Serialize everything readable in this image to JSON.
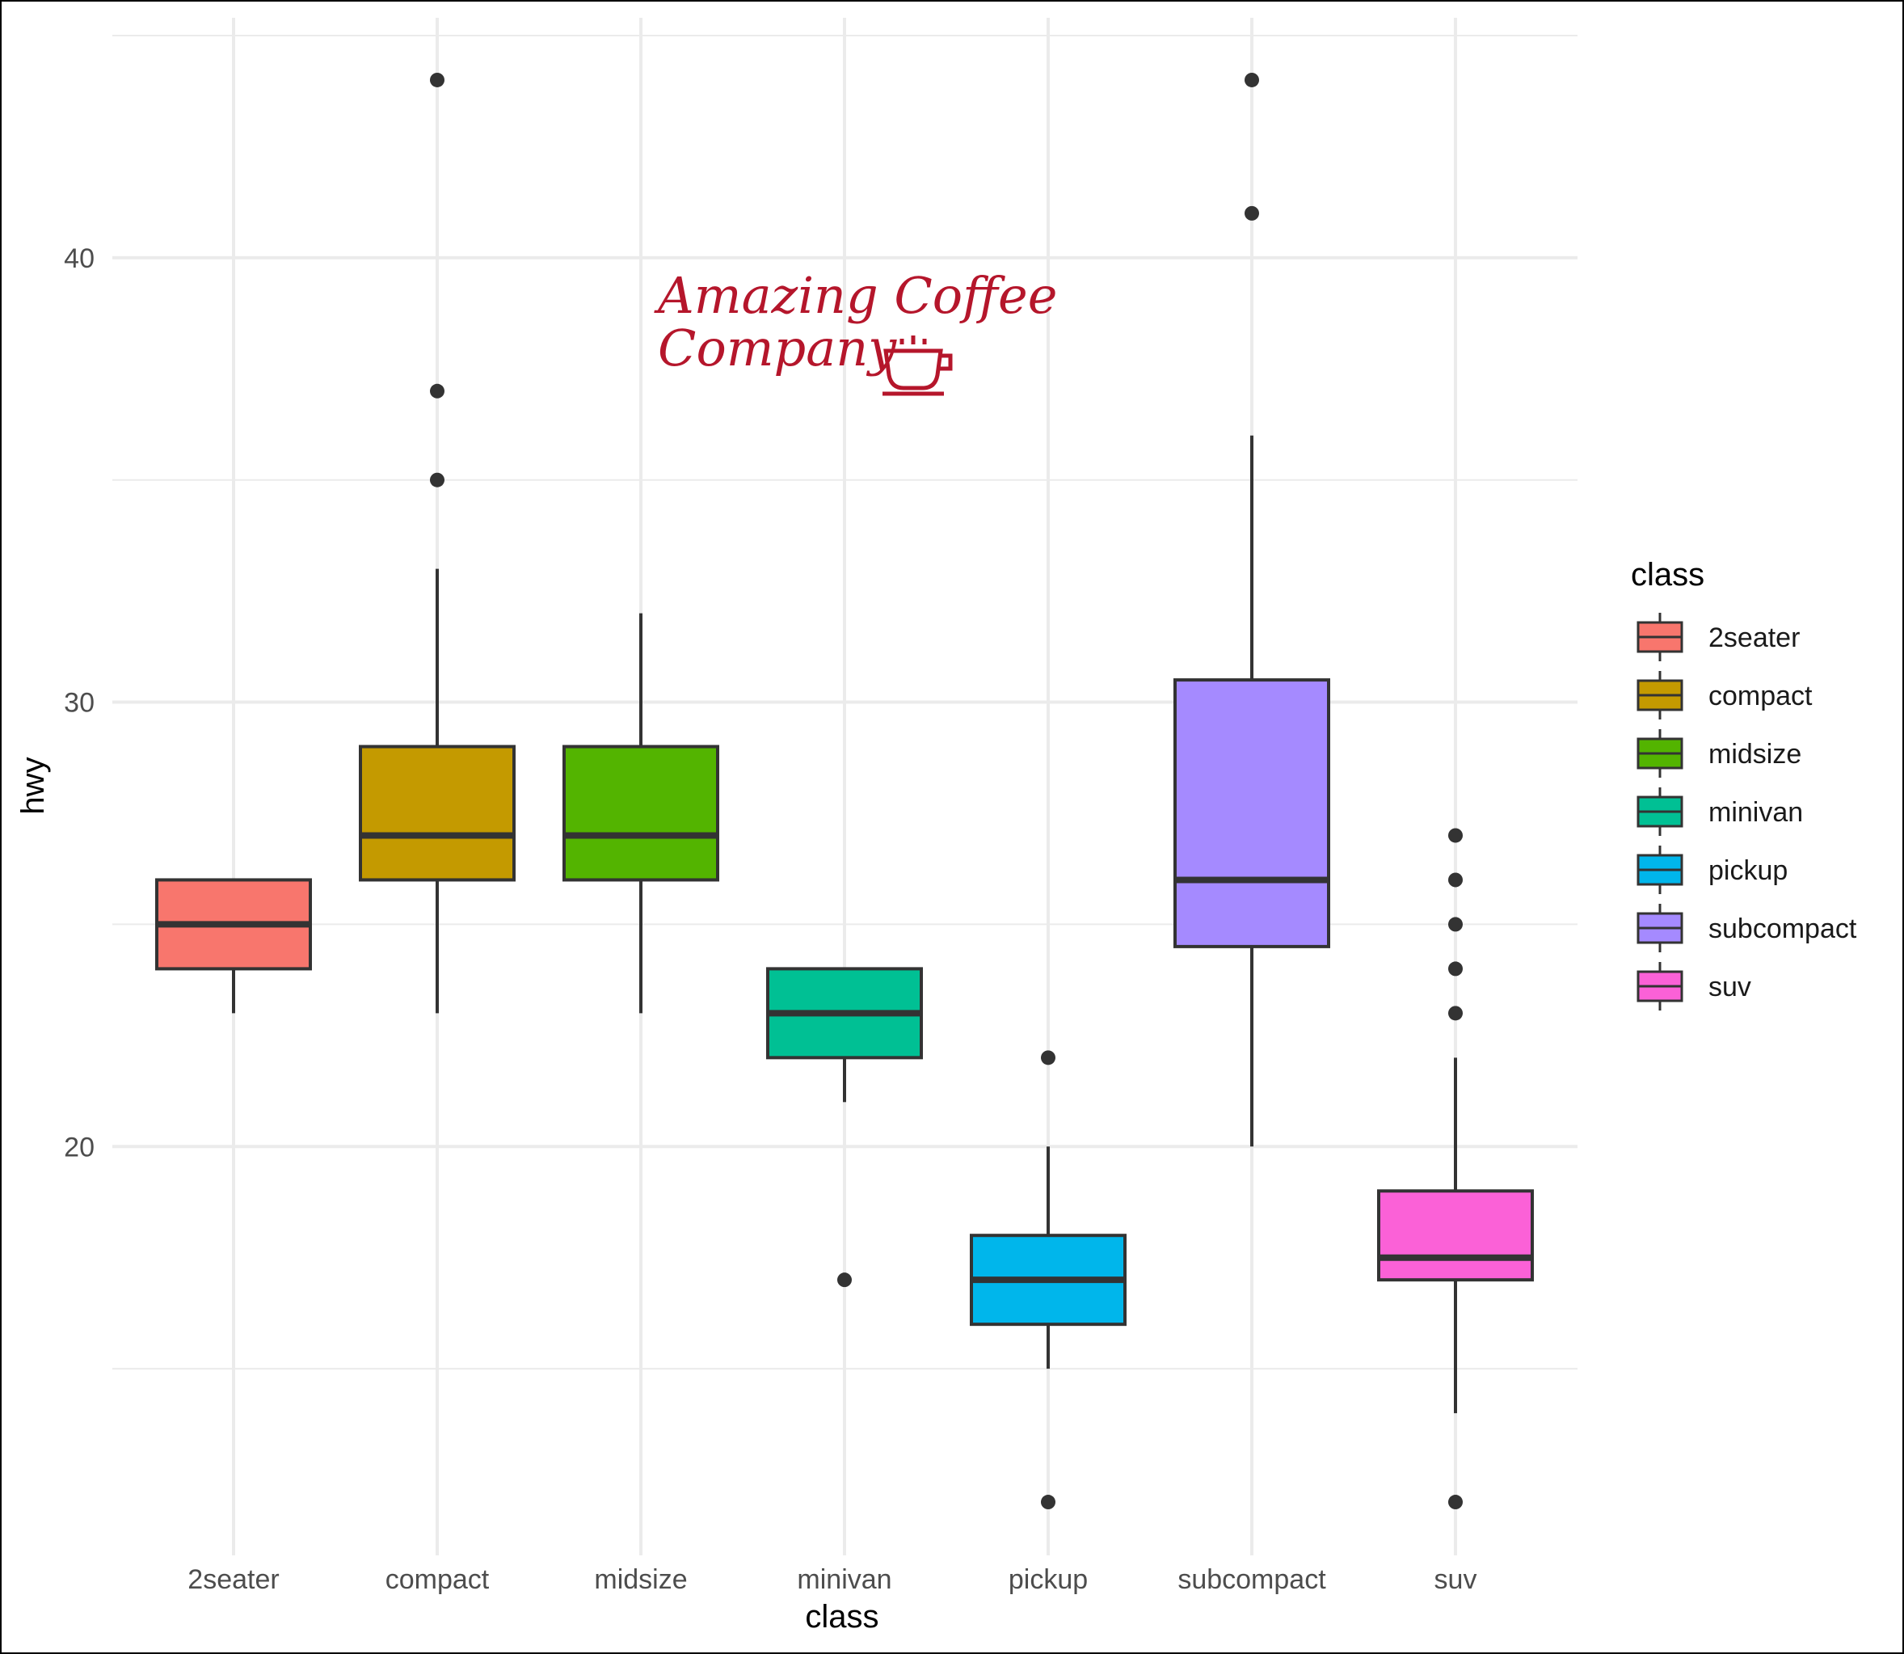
{
  "chart_data": {
    "type": "boxplot",
    "xlabel": "class",
    "ylabel": "hwy",
    "ylim": [
      10.8,
      45.4
    ],
    "yticks": [
      20,
      30,
      40
    ],
    "grid": true,
    "legend": {
      "title": "class",
      "position": "right"
    },
    "categories": [
      "2seater",
      "compact",
      "midsize",
      "minivan",
      "pickup",
      "subcompact",
      "suv"
    ],
    "series": [
      {
        "name": "2seater",
        "color": "#F8766D",
        "q1": 24,
        "median": 25,
        "q3": 26,
        "whisker_low": 23,
        "whisker_high": 26,
        "outliers": []
      },
      {
        "name": "compact",
        "color": "#C49A00",
        "q1": 26,
        "median": 27,
        "q3": 29,
        "whisker_low": 23,
        "whisker_high": 33,
        "outliers": [
          35,
          37,
          44
        ]
      },
      {
        "name": "midsize",
        "color": "#53B400",
        "q1": 26,
        "median": 27,
        "q3": 29,
        "whisker_low": 23,
        "whisker_high": 32,
        "outliers": []
      },
      {
        "name": "minivan",
        "color": "#00C094",
        "q1": 22,
        "median": 23,
        "q3": 24,
        "whisker_low": 21,
        "whisker_high": 24,
        "outliers": [
          17
        ]
      },
      {
        "name": "pickup",
        "color": "#00B6EB",
        "q1": 16,
        "median": 17,
        "q3": 18,
        "whisker_low": 15,
        "whisker_high": 20,
        "outliers": [
          12,
          22
        ]
      },
      {
        "name": "subcompact",
        "color": "#A58AFF",
        "q1": 24.5,
        "median": 26,
        "q3": 30.5,
        "whisker_low": 20,
        "whisker_high": 36,
        "outliers": [
          41,
          44
        ]
      },
      {
        "name": "suv",
        "color": "#FB61D7",
        "q1": 17,
        "median": 17.5,
        "q3": 19,
        "whisker_low": 14,
        "whisker_high": 22,
        "outliers": [
          12,
          23,
          24,
          25,
          26,
          27
        ]
      }
    ]
  },
  "watermark": {
    "line1": "Amazing Coffee",
    "line2": "Company",
    "icon": "coffee-cup-icon",
    "color": "#b5162b"
  }
}
